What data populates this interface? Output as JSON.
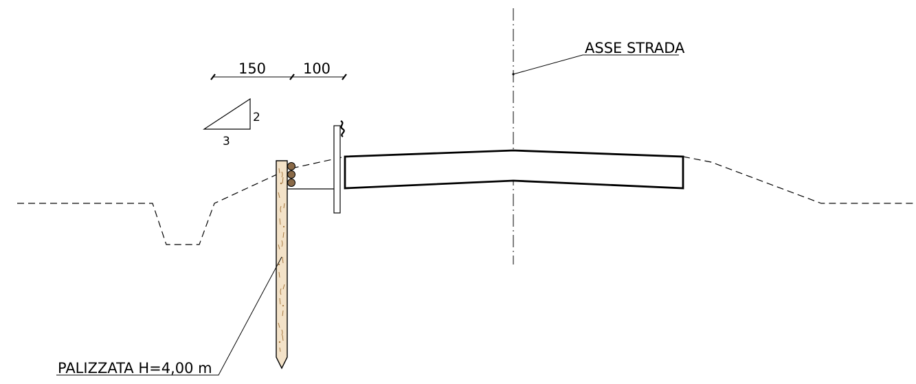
{
  "labels": {
    "axis_label": "ASSE STRADA",
    "palisade_label": "PALIZZATA H=4,00 m",
    "dimension_left": "150",
    "dimension_right": "100",
    "slope_vertical": "2",
    "slope_horizontal": "3"
  },
  "colors": {
    "line": "#000000",
    "wood_fill": "#f3e2c8",
    "wood_grain": "#a5773f",
    "log_fill": "#8a6a48",
    "background": "#ffffff"
  }
}
